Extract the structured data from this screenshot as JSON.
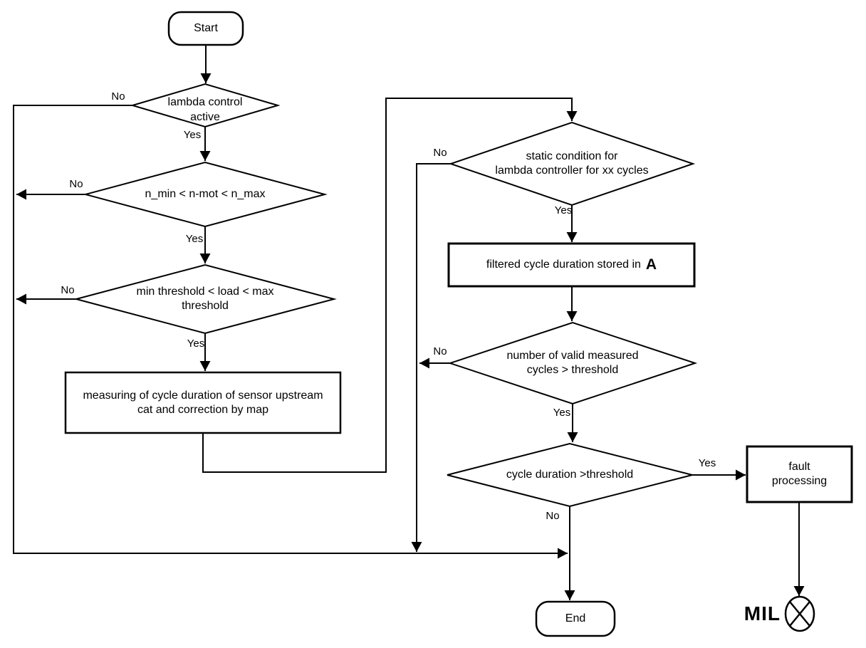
{
  "colors": {
    "line": "#000000",
    "background": "#ffffff",
    "text": "#000000"
  },
  "labels": {
    "yes": "Yes",
    "no": "No"
  },
  "nodes": {
    "start": "Start",
    "lambda_active": {
      "line1": "lambda control",
      "line2": "active"
    },
    "rpm_range": "n_min < n-mot < n_max",
    "load_range": {
      "line1": "min threshold < load < max",
      "line2": "threshold"
    },
    "measure": {
      "line1": "measuring of cycle duration of sensor upstream",
      "line2": "cat and correction by map"
    },
    "static_condition": {
      "line1": "static condition for",
      "line2": "lambda controller for xx cycles"
    },
    "filtered": {
      "text": "filtered cycle duration stored in",
      "variable": "A"
    },
    "valid_cycles": {
      "line1": "number of valid measured",
      "line2": "cycles > threshold"
    },
    "cycle_duration": "cycle duration >threshold",
    "fault": {
      "line1": "fault",
      "line2": "processing"
    },
    "end": "End",
    "mil": "MIL"
  }
}
